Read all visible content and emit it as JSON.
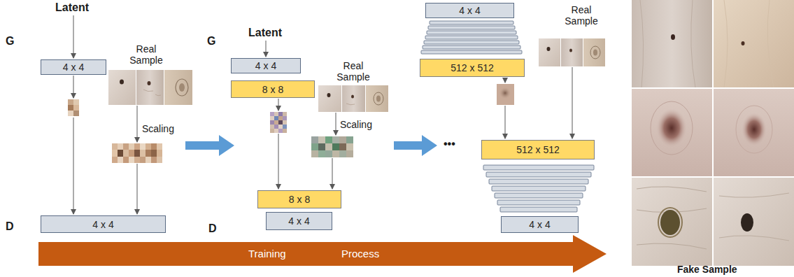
{
  "diagram": {
    "nodes": [
      {
        "text": [
          "4 x 4"
        ]
      },
      {
        "text": [
          "4 x 4"
        ]
      },
      {
        "text": [
          "4 x 4"
        ]
      },
      {
        "text": [
          "8 x 8"
        ]
      },
      {
        "text": [
          "8 x 8"
        ]
      },
      {
        "text": [
          "4 x 4"
        ]
      },
      {
        "text": [
          "4 x 4"
        ]
      },
      {
        "text": [
          "512 x 512"
        ]
      },
      {
        "text": [
          "512 x 512"
        ]
      },
      {
        "text": [
          "4 x 4"
        ]
      },
      {
        "text": [
          "Training",
          "Process"
        ]
      }
    ],
    "labels": [
      "G",
      "Latent",
      "Real Sample",
      "Scaling",
      "D",
      "G",
      "Latent",
      "Real Sample",
      "Scaling",
      "D",
      "•••",
      "Real Sample",
      "Fake Sample"
    ]
  }
}
